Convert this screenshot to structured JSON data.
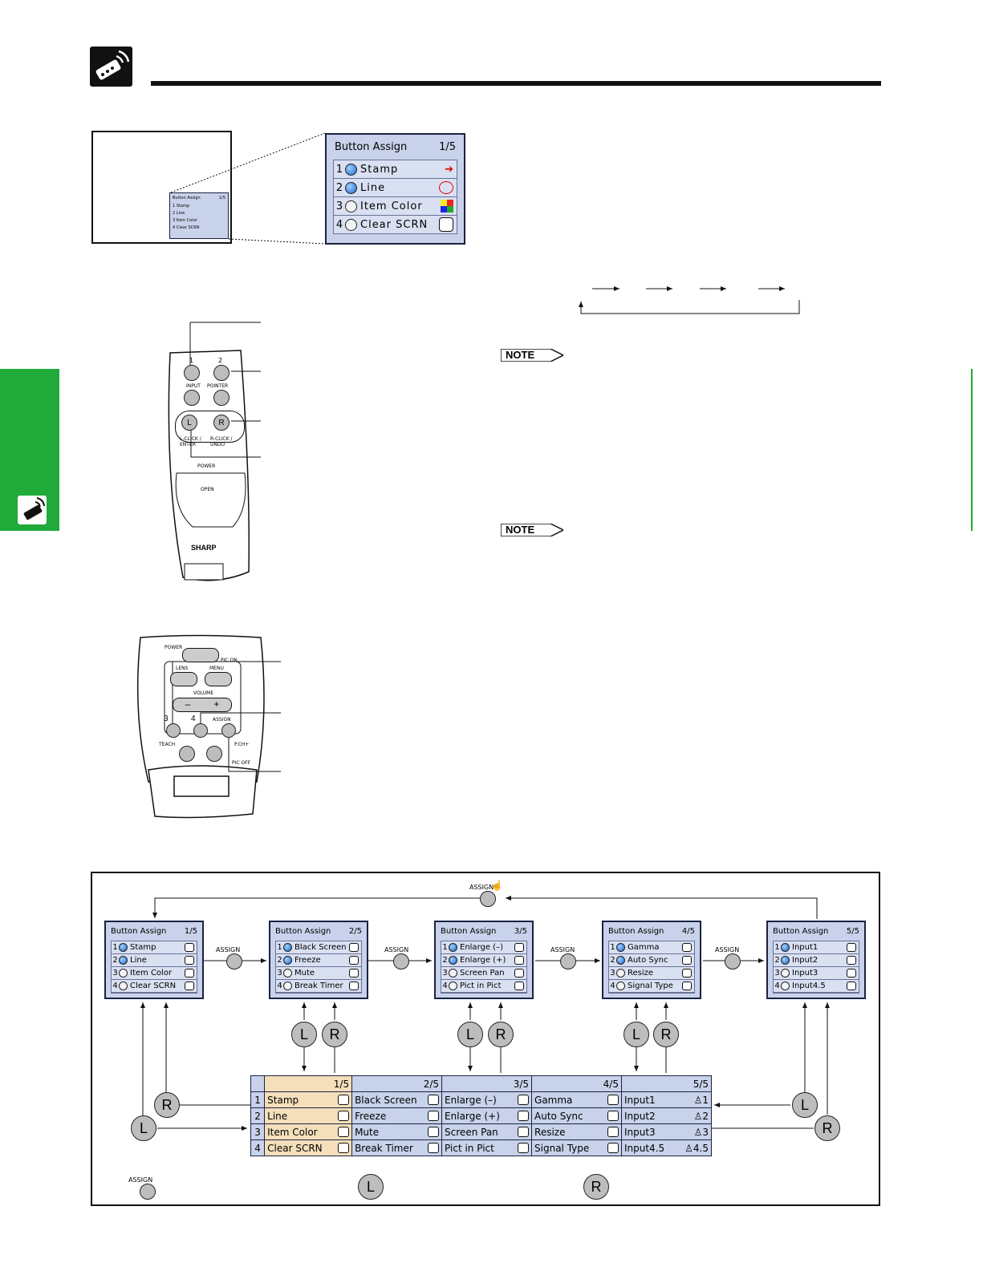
{
  "top_menu": {
    "title": "Button Assign",
    "page": "1/5",
    "items": [
      {
        "num": "1",
        "label": "Stamp",
        "selected": true
      },
      {
        "num": "2",
        "label": "Line",
        "selected": true
      },
      {
        "num": "3",
        "label": "Item Color",
        "selected": false
      },
      {
        "num": "4",
        "label": "Clear SCRN",
        "selected": false
      }
    ]
  },
  "note_label": "NOTE",
  "remote_top": {
    "btn1": "1",
    "btn2": "2",
    "input": "INPUT",
    "pointer": "POINTER",
    "L": "L",
    "R": "R",
    "lclick": "L-CLICK / ENTER",
    "rclick": "R-CLICK / UNDO",
    "power": "POWER",
    "open": "OPEN",
    "brand": "SHARP"
  },
  "remote_bottom": {
    "power": "POWER",
    "picon": "PIC ON",
    "lens": "LENS",
    "menu": "MENU",
    "volume": "VOLUME",
    "minus": "–",
    "plus": "+",
    "btn3": "3",
    "btn4": "4",
    "assign": "ASSIGN",
    "teach": "TEACH",
    "pich": "P.CH+",
    "picoff": "PIC OFF"
  },
  "assign_label": "ASSIGN",
  "L": "L",
  "R": "R",
  "panels": [
    {
      "title": "Button Assign",
      "page": "1/5",
      "items": [
        {
          "num": "1",
          "label": "Stamp",
          "sel": true
        },
        {
          "num": "2",
          "label": "Line",
          "sel": true
        },
        {
          "num": "3",
          "label": "Item Color",
          "sel": false
        },
        {
          "num": "4",
          "label": "Clear SCRN",
          "sel": false
        }
      ]
    },
    {
      "title": "Button Assign",
      "page": "2/5",
      "items": [
        {
          "num": "1",
          "label": "Black Screen",
          "sel": true
        },
        {
          "num": "2",
          "label": "Freeze",
          "sel": true
        },
        {
          "num": "3",
          "label": "Mute",
          "sel": false
        },
        {
          "num": "4",
          "label": "Break Timer",
          "sel": false
        }
      ]
    },
    {
      "title": "Button Assign",
      "page": "3/5",
      "items": [
        {
          "num": "1",
          "label": "Enlarge (–)",
          "sel": true
        },
        {
          "num": "2",
          "label": "Enlarge (+)",
          "sel": true
        },
        {
          "num": "3",
          "label": "Screen Pan",
          "sel": false
        },
        {
          "num": "4",
          "label": "Pict in Pict",
          "sel": false
        }
      ]
    },
    {
      "title": "Button Assign",
      "page": "4/5",
      "items": [
        {
          "num": "1",
          "label": "Gamma",
          "sel": true
        },
        {
          "num": "2",
          "label": "Auto Sync",
          "sel": true
        },
        {
          "num": "3",
          "label": "Resize",
          "sel": false
        },
        {
          "num": "4",
          "label": "Signal Type",
          "sel": false
        }
      ]
    },
    {
      "title": "Button Assign",
      "page": "5/5",
      "items": [
        {
          "num": "1",
          "label": "Input1",
          "sel": true
        },
        {
          "num": "2",
          "label": "Input2",
          "sel": true
        },
        {
          "num": "3",
          "label": "Input3",
          "sel": false
        },
        {
          "num": "4",
          "label": "Input4.5",
          "sel": false
        }
      ]
    }
  ],
  "table": {
    "pages": [
      "1/5",
      "2/5",
      "3/5",
      "4/5",
      "5/5"
    ],
    "rows": [
      {
        "num": "1",
        "cells": [
          "Stamp",
          "Black Screen",
          "Enlarge (–)",
          "Gamma",
          "Input1"
        ],
        "input_suffix": "1"
      },
      {
        "num": "2",
        "cells": [
          "Line",
          "Freeze",
          "Enlarge (+)",
          "Auto Sync",
          "Input2"
        ],
        "input_suffix": "2"
      },
      {
        "num": "3",
        "cells": [
          "Item Color",
          "Mute",
          "Screen Pan",
          "Resize",
          "Input3"
        ],
        "input_suffix": "3"
      },
      {
        "num": "4",
        "cells": [
          "Clear SCRN",
          "Break Timer",
          "Pict in Pict",
          "Signal Type",
          "Input4.5"
        ],
        "input_suffix": "4.5"
      }
    ]
  },
  "colors": {
    "menu_bg": "#c8d2ea",
    "menu_border": "#1a2340",
    "selected_col": "#f4dfba",
    "green_tab": "#1faa3a",
    "button_gray": "#bdbdbd"
  }
}
